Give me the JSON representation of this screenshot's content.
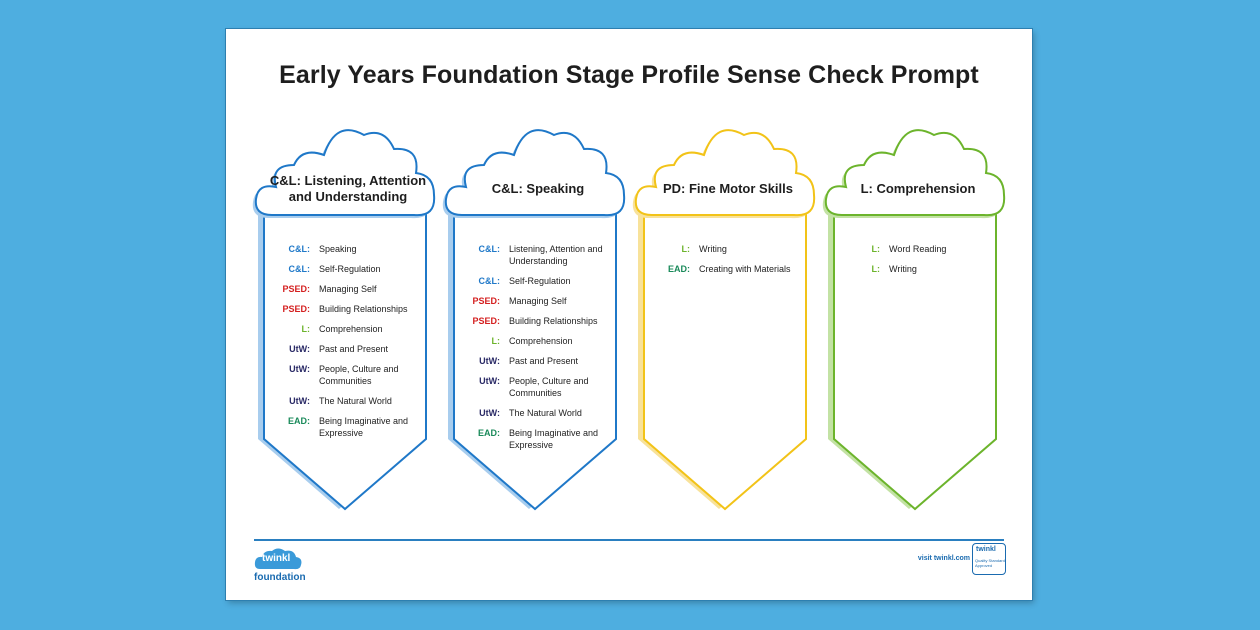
{
  "title": "Early Years Foundation Stage Profile Sense Check Prompt",
  "colors": {
    "blue": "#1f78c8",
    "yellow": "#f2c318",
    "green": "#6cb42c",
    "psed": "#d42020",
    "utw": "#2a2a66",
    "ead": "#1a8a5a"
  },
  "columns": [
    {
      "heading": "C&L: Listening, Attention and Understanding",
      "items": [
        {
          "area": "C&L:",
          "goal": "Speaking"
        },
        {
          "area": "C&L:",
          "goal": "Self-Regulation"
        },
        {
          "area": "PSED:",
          "goal": "Managing Self"
        },
        {
          "area": "PSED:",
          "goal": "Building Relationships"
        },
        {
          "area": "L:",
          "goal": "Comprehension"
        },
        {
          "area": "UtW:",
          "goal": "Past and Present"
        },
        {
          "area": "UtW:",
          "goal": "People, Culture and Communities"
        },
        {
          "area": "UtW:",
          "goal": "The Natural World"
        },
        {
          "area": "EAD:",
          "goal": "Being Imaginative and Expressive"
        }
      ]
    },
    {
      "heading": "C&L: Speaking",
      "items": [
        {
          "area": "C&L:",
          "goal": "Listening, Attention and Understanding"
        },
        {
          "area": "C&L:",
          "goal": "Self-Regulation"
        },
        {
          "area": "PSED:",
          "goal": "Managing Self"
        },
        {
          "area": "PSED:",
          "goal": "Building Relationships"
        },
        {
          "area": "L:",
          "goal": "Comprehension"
        },
        {
          "area": "UtW:",
          "goal": "Past and Present"
        },
        {
          "area": "UtW:",
          "goal": "People, Culture and Communities"
        },
        {
          "area": "UtW:",
          "goal": "The Natural World"
        },
        {
          "area": "EAD:",
          "goal": "Being Imaginative and Expressive"
        }
      ]
    },
    {
      "heading": "PD: Fine Motor Skills",
      "items": [
        {
          "area": "L:",
          "goal": "Writing"
        },
        {
          "area": "EAD:",
          "goal": "Creating with Materials"
        }
      ]
    },
    {
      "heading": "L: Comprehension",
      "items": [
        {
          "area": "L:",
          "goal": "Word Reading"
        },
        {
          "area": "L:",
          "goal": "Writing"
        }
      ]
    }
  ],
  "footer": {
    "logo_top": "twinkl",
    "logo_bottom": "foundation",
    "visit": "visit twinkl.com",
    "badge_top": "twinkl",
    "badge_bottom": "Quality Standard Approved"
  }
}
